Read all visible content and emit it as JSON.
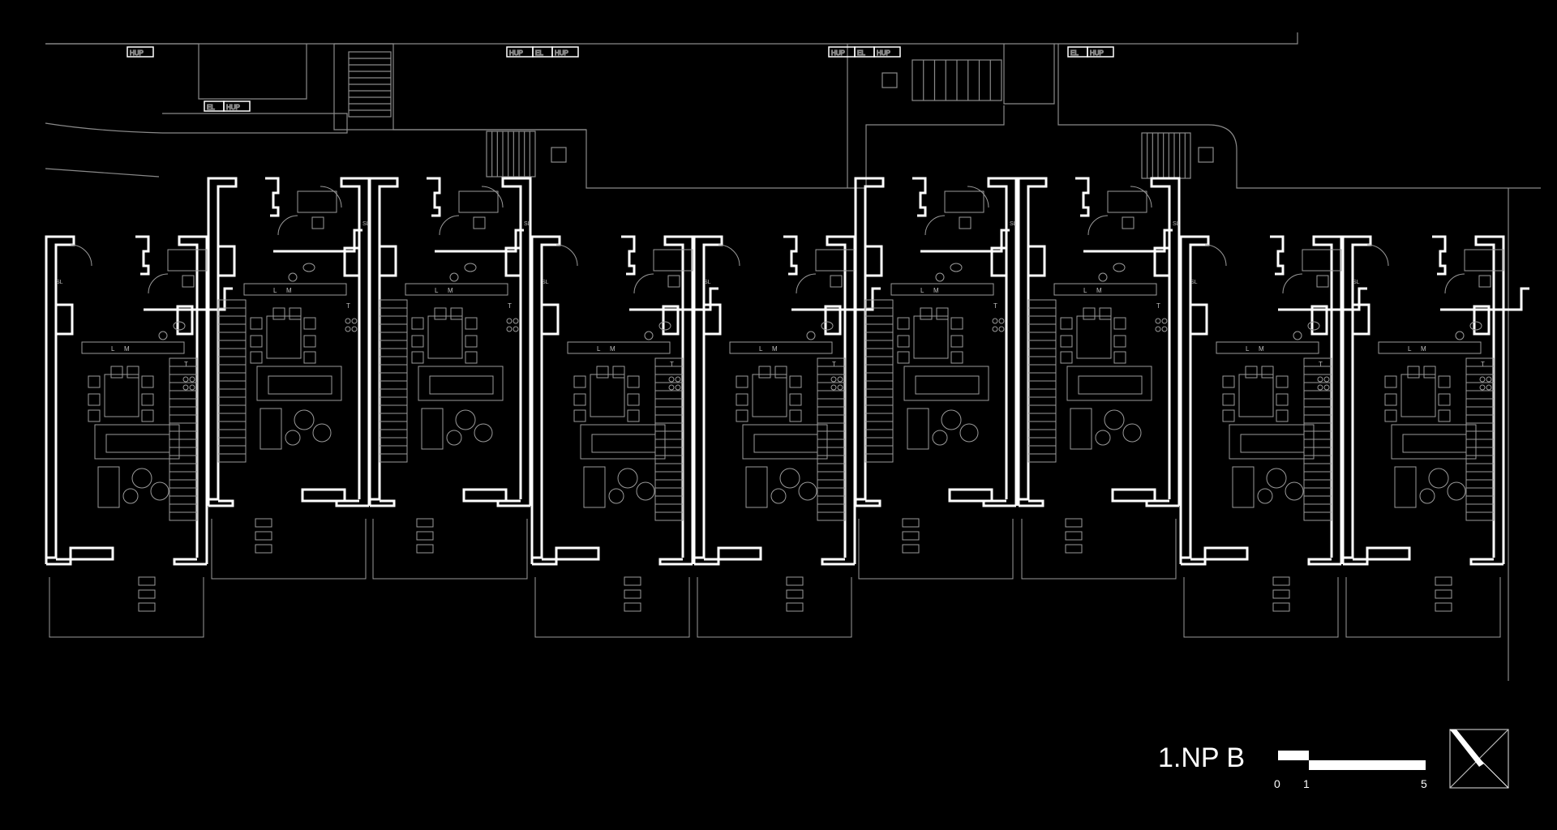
{
  "drawing": {
    "title": "1.NP B",
    "scale_labels": [
      "0",
      "1",
      "5"
    ],
    "room_labels": {
      "living": "L",
      "m": "M",
      "t": "T",
      "sl": "SL"
    },
    "utility_tags": {
      "el": "EL",
      "hup": "HUP"
    },
    "line_color": "#ffffff",
    "background": "#000000"
  }
}
